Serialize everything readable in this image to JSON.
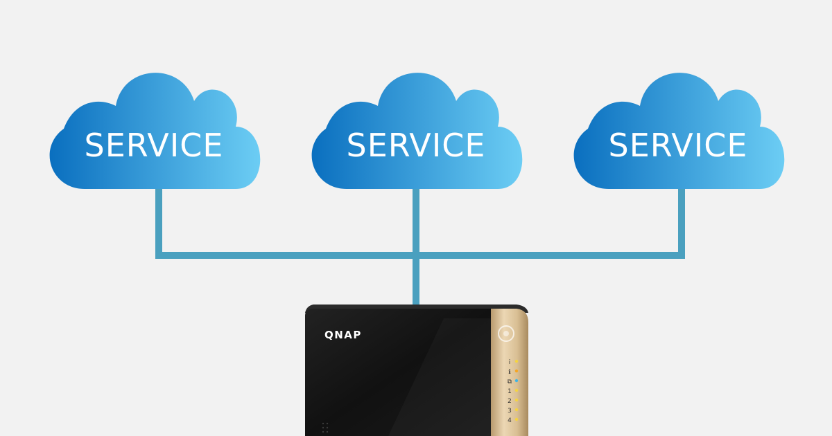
{
  "services": [
    {
      "label": "SERVICE"
    },
    {
      "label": "SERVICE"
    },
    {
      "label": "SERVICE"
    }
  ],
  "device": {
    "brand": "QNAP",
    "status_icons": [
      "i",
      "ℹ",
      "⧉",
      "1",
      "2",
      "3",
      "4"
    ],
    "led_colors": [
      "#f5d440",
      "#f5a623",
      "#3fb5e6",
      "#f5d440",
      "#f5d440",
      "#f5d440",
      "#f5d440"
    ]
  },
  "colors": {
    "cloud_dark": "#0a6fbf",
    "cloud_light": "#6ccdf4",
    "connector": "#4aa0bf",
    "background": "#f2f2f2"
  }
}
